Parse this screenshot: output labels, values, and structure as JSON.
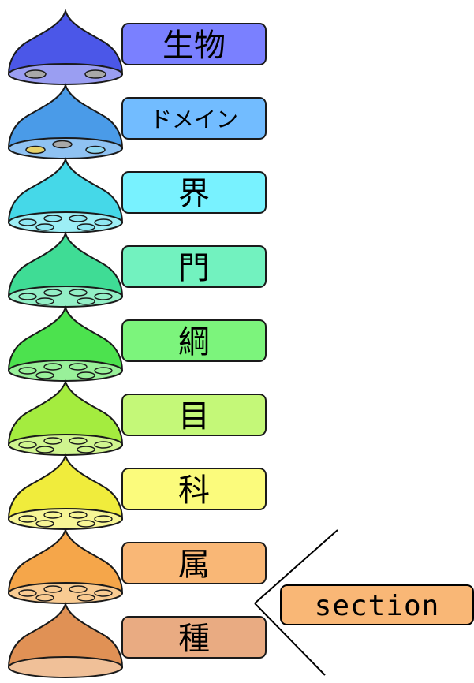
{
  "ranks": [
    {
      "label": "生物",
      "dome": "#4b57e8",
      "rim": "#9a9ef2",
      "box": "#7a80ff",
      "holes": [
        "#a8a8a8",
        "#a8a8a8"
      ]
    },
    {
      "label": "ドメイン",
      "dome": "#4a9be8",
      "rim": "#8fc2f2",
      "box": "#72bcff",
      "holes": [
        "#e6d26a",
        "#a8a8a8",
        "#8fd6f0"
      ]
    },
    {
      "label": "界",
      "dome": "#45d8e8",
      "rim": "#9deef5",
      "box": "#78f2ff",
      "holes": [
        "#8fe7f2",
        "#8fe7f2",
        "#8fe7f2",
        "#8fe7f2",
        "#8fe7f2",
        "#8fe7f2"
      ]
    },
    {
      "label": "門",
      "dome": "#3fdc95",
      "rim": "#93efc6",
      "box": "#72f2bf",
      "holes": [
        "#93efc6",
        "#93efc6",
        "#93efc6",
        "#93efc6",
        "#93efc6",
        "#93efc6"
      ]
    },
    {
      "label": "綱",
      "dome": "#4ce24e",
      "rim": "#99f09a",
      "box": "#7cf47c",
      "holes": [
        "#99f09a",
        "#99f09a",
        "#99f09a",
        "#99f09a",
        "#99f09a",
        "#99f09a"
      ]
    },
    {
      "label": "目",
      "dome": "#a4ec3f",
      "rim": "#d0f58f",
      "box": "#c4f878",
      "holes": [
        "#d0f58f",
        "#d0f58f",
        "#d0f58f",
        "#d0f58f",
        "#d0f58f",
        "#d0f58f"
      ]
    },
    {
      "label": "科",
      "dome": "#f0ec3c",
      "rim": "#f7f596",
      "box": "#fbfb7c",
      "holes": [
        "#f7f596",
        "#f7f596",
        "#f7f596",
        "#f7f596",
        "#f7f596",
        "#f7f596"
      ]
    },
    {
      "label": "属",
      "dome": "#f5a64a",
      "rim": "#f9cb92",
      "box": "#f9b776",
      "holes": [
        "#f9cb92",
        "#f9cb92",
        "#f9cb92",
        "#f9cb92",
        "#f9cb92",
        "#f9cb92"
      ]
    },
    {
      "label": "種",
      "dome": "#e09155",
      "rim": "#f0c098",
      "box": "#e9ab82",
      "holes": []
    }
  ],
  "section": {
    "label": "section",
    "box": "#f9b776"
  }
}
